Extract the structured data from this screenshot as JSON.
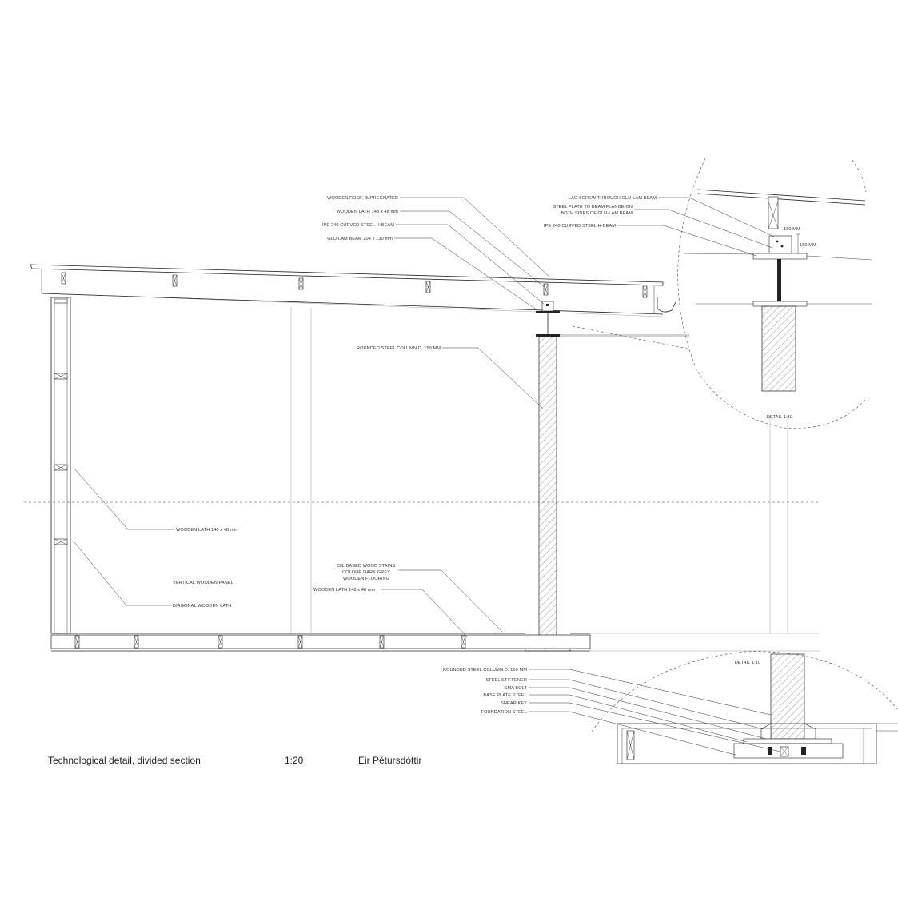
{
  "labels": {
    "roof": "WOODEN ROOF, IMPREGNATED",
    "roof_lath": "WOODEN LATH 148 x 48 mm",
    "ipe_beam": "IPE 240 CURVED STEEL H-BEAM",
    "glulam": "GLU-LAM BEAM 204 x 130 mm",
    "column": "ROUNDED STEEL COLUMN D. 150 MM",
    "wall_lath": "WOODEN LATH 148 x 48 mm",
    "panel": "VERTICAL WOODEN PANEL",
    "diag_lath": "DIAGONAL WOODEN LATH",
    "stain_1": "OIL BASED WOOD STAINS",
    "stain_2": "COLOUR DARK GREY",
    "stain_3": "WOODEN FLOORING",
    "floor_lath": "WOODEN LATH 148 x 48 mm"
  },
  "detail_top": {
    "lag_screw": "LAG SCREW THROUGH GLU-LAM BEAM",
    "plate_1": "STEEL PLATE TO BEAM FLANGE ON",
    "plate_2": "BOTH SIDES OF GLU-LAM BEAM",
    "ipe": "IPE 240 CURVED STEEL H-BEAM",
    "dim_a": "150 MM",
    "dim_b": "150 MM",
    "scale": "DETAIL 1:10"
  },
  "detail_bottom": {
    "scale": "DETAIL 1:10",
    "column": "ROUNDED STEEL COLUMN D. 150 MM",
    "stiffener": "STEEL STIFFENER",
    "bolt": "SMA BOLT",
    "base_plate": "BASE PLATE STEEL",
    "shear_key": "SHEAR KEY",
    "foundation": "FOUNDATION STEEL"
  },
  "footer": {
    "title": "Technological detail, divided section",
    "scale": "1:20",
    "author": "Eir Pétursdóttir"
  }
}
